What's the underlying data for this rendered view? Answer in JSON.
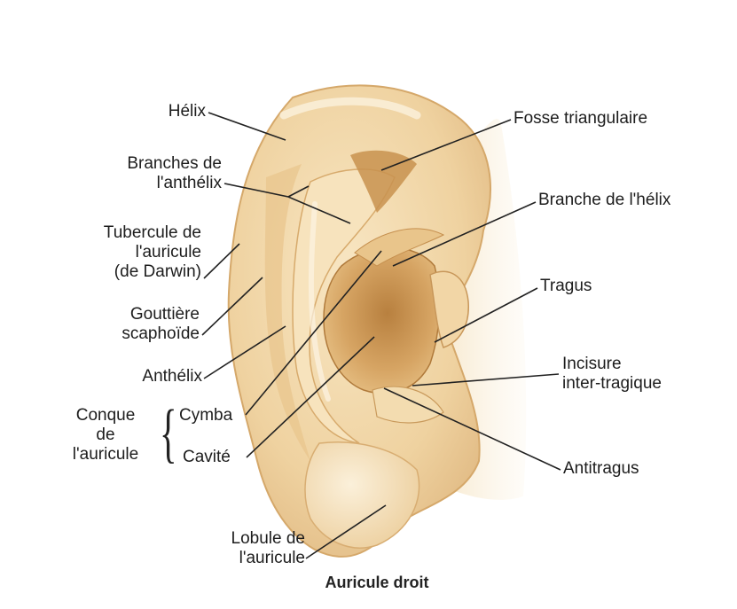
{
  "caption": "Auricule droit",
  "labels": {
    "helix": "Hélix",
    "branches_anthelix": [
      "Branches de",
      "l'anthélix"
    ],
    "tubercule": [
      "Tubercule de",
      "l'auricule",
      "(de Darwin)"
    ],
    "gouttiere": [
      "Gouttière",
      "scaphoïde"
    ],
    "anthelix": "Anthélix",
    "conque": [
      "Conque",
      "de",
      "l'auricule"
    ],
    "cymba": "Cymba",
    "cavite": "Cavité",
    "lobule": [
      "Lobule de",
      "l'auricule"
    ],
    "fosse_triangulaire": "Fosse triangulaire",
    "branche_helix": "Branche de l'hélix",
    "tragus": "Tragus",
    "incisure": [
      "Incisure",
      "inter-tragique"
    ],
    "antitragus": "Antitragus"
  },
  "colors": {
    "skin_light": "#f4dcb0",
    "skin_mid": "#e9c58e",
    "skin_shadow": "#c99a5a",
    "skin_deep": "#a9743c",
    "leader": "#222222"
  }
}
